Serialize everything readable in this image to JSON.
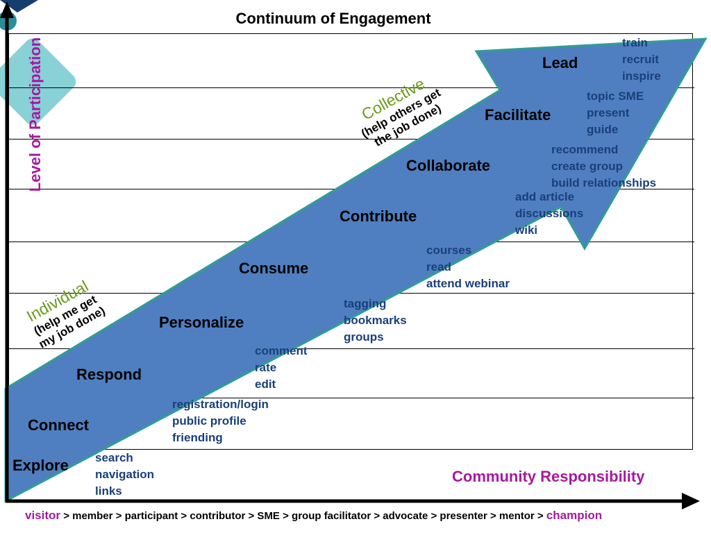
{
  "title": "Continuum of Engagement",
  "y_axis_label": "Level of Participation",
  "x_axis_label": "Community Responsibility",
  "colors": {
    "arrow_fill": "#4f7fc0",
    "arrow_stroke": "#2f9e93",
    "accent_purple": "#a51a9e",
    "accent_green": "#6a9a1a",
    "activity_text": "#1a3f7a"
  },
  "groups": {
    "individual": {
      "title": "Individual",
      "sub_line1": "(help me get",
      "sub_line2": "my job done)"
    },
    "collective": {
      "title": "Collective",
      "sub_line1": "(help others get",
      "sub_line2": "the job done)"
    }
  },
  "stages": [
    {
      "name": "Explore",
      "activities": [
        "search",
        "navigation",
        "links"
      ]
    },
    {
      "name": "Connect",
      "activities": [
        "registration/login",
        "public profile",
        "friending"
      ]
    },
    {
      "name": "Respond",
      "activities": [
        "comment",
        "rate",
        "edit"
      ]
    },
    {
      "name": "Personalize",
      "activities": [
        "tagging",
        "bookmarks",
        "groups"
      ]
    },
    {
      "name": "Consume",
      "activities": [
        "courses",
        "read",
        "attend webinar"
      ]
    },
    {
      "name": "Contribute",
      "activities": [
        "add article",
        "discussions",
        "wiki"
      ]
    },
    {
      "name": "Collaborate",
      "activities": [
        "recommend",
        "create group",
        "build relationships"
      ]
    },
    {
      "name": "Facilitate",
      "activities": [
        "topic SME",
        "present",
        "guide"
      ]
    },
    {
      "name": "Lead",
      "activities": [
        "train",
        "recruit",
        "inspire"
      ]
    }
  ],
  "roles_path": {
    "start": "visitor",
    "middle": " > member > participant > contributor > SME > group facilitator > advocate > presenter > mentor > ",
    "end": "champion"
  }
}
